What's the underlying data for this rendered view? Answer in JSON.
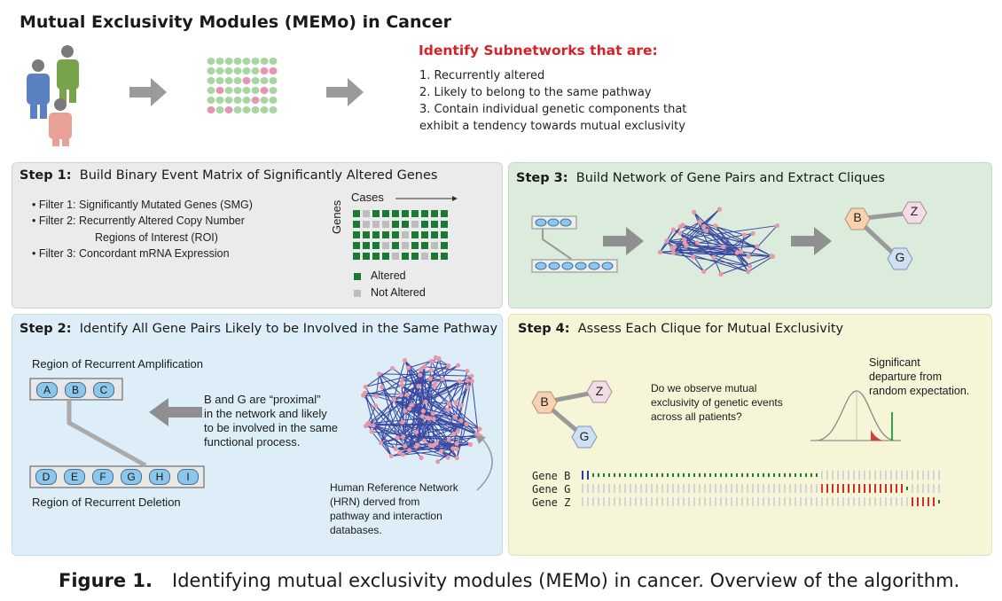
{
  "title": "Mutual Exclusivity Modules (MEMo) in Cancer",
  "identify": {
    "heading": "Identify Subnetworks that are:",
    "items": [
      "1.  Recurrently altered",
      "2.  Likely to belong to the same pathway",
      "3.  Contain individual genetic components that",
      "exhibit a tendency towards mutual exclusivity"
    ]
  },
  "step1": {
    "label": "Step 1:",
    "title": "Build Binary Event Matrix of Significantly Altered Genes",
    "filters": [
      "• Filter 1:  Significantly Mutated Genes (SMG)",
      "• Filter 2:  Recurrently Altered Copy Number",
      "Regions of Interest (ROI)",
      "• Filter 3:  Concordant mRNA Expression"
    ],
    "cases": "Cases",
    "genes": "Genes",
    "legend_altered": "Altered",
    "legend_not_altered": "Not Altered"
  },
  "step2": {
    "label": "Step 2:",
    "title": "Identify All Gene Pairs Likely to be Involved in the Same Pathway",
    "amp_region": "Region of Recurrent Amplification",
    "amp_genes": [
      "A",
      "B",
      "C"
    ],
    "del_genes": [
      "D",
      "E",
      "F",
      "G",
      "H",
      "I"
    ],
    "del_region": "Region of Recurrent Deletion",
    "proximal": [
      "B and G are “proximal”",
      "in the network and likely",
      "to be involved in the same",
      "functional process."
    ],
    "hrn": [
      "Human Reference Network",
      "(HRN) derved from",
      "pathway and interaction",
      "databases."
    ]
  },
  "step3": {
    "label": "Step 3:",
    "title": "Build Network of Gene Pairs and Extract Cliques",
    "nodes": [
      "B",
      "Z",
      "G"
    ]
  },
  "step4": {
    "label": "Step 4:",
    "title": "Assess Each Clique for Mutual Exclusivity",
    "nodes": [
      "B",
      "Z",
      "G"
    ],
    "question": [
      "Do we observe mutual",
      "exclusivity of genetic events",
      "across all patients?"
    ],
    "significant": [
      "Significant",
      "departure from",
      "random expectation."
    ],
    "genes": [
      "Gene B",
      "Gene G",
      "Gene Z"
    ]
  },
  "caption": {
    "label": "Figure 1.",
    "text": "Identifying mutual exclusivity modules (MEMo) in cancer. Overview of the algorithm."
  },
  "colors": {
    "red": "#d2232a",
    "green_alt": "#1a7a33",
    "grey_not": "#bdbdbd",
    "hex_b": "#f6d2ae",
    "hex_z": "#f2dce6",
    "hex_g": "#cfe0f2",
    "node_pink": "#e898a6",
    "edge_blue": "#3848a0",
    "pill_blue": "#8cc6ea"
  }
}
